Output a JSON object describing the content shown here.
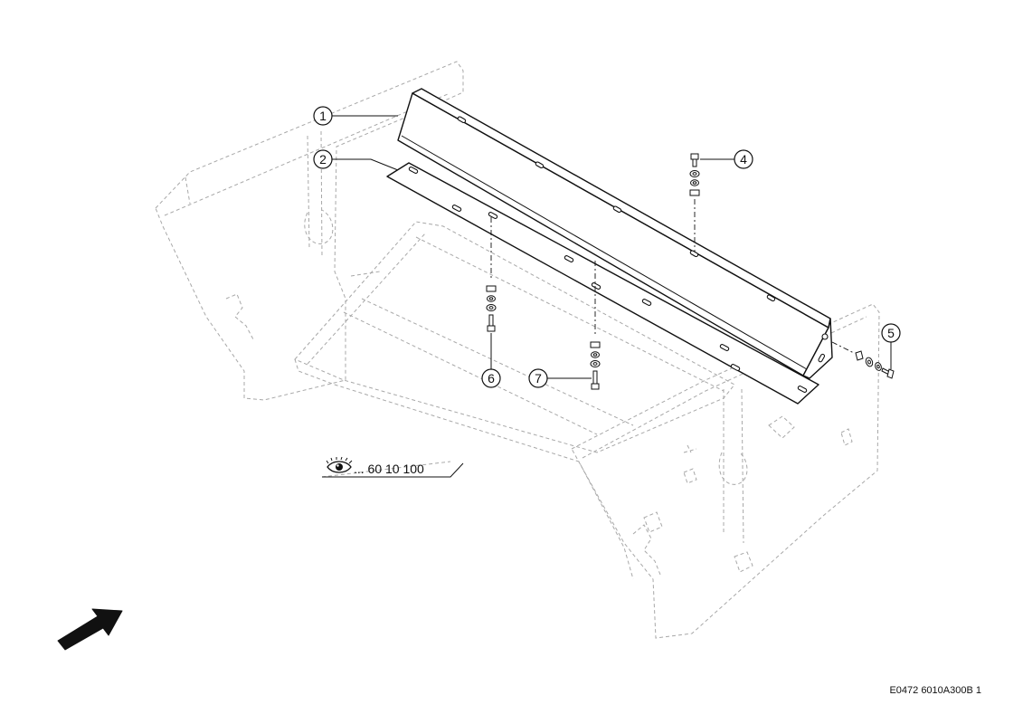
{
  "callouts": [
    {
      "id": "1",
      "label": "1"
    },
    {
      "id": "2",
      "label": "2"
    },
    {
      "id": "4",
      "label": "4"
    },
    {
      "id": "5",
      "label": "5"
    },
    {
      "id": "6",
      "label": "6"
    },
    {
      "id": "7",
      "label": "7"
    }
  ],
  "reference": {
    "icon": "eye-icon",
    "text": "... 60 10 100"
  },
  "drawing_code": "E0472 6010A300B 1",
  "direction_icon": "arrow-icon",
  "colors": {
    "line": "#111111",
    "ghost": "#a8a8a8"
  }
}
